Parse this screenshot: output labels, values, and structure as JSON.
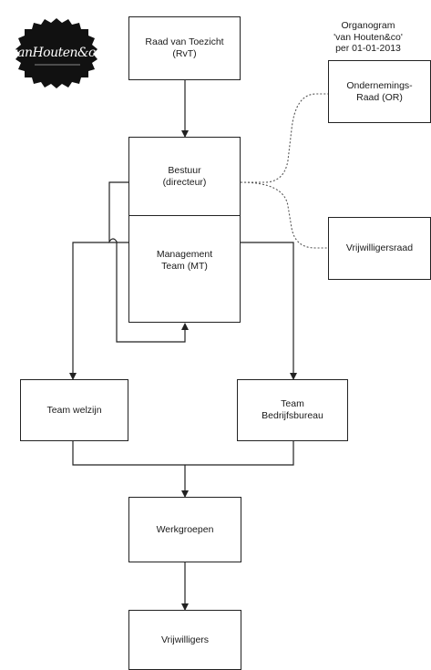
{
  "logo": {
    "text": "vanHouten&co"
  },
  "title": "Organogram\n'van Houten&co'\nper 01-01-2013",
  "boxes": {
    "rvt": "Raad van Toezicht\n(RvT)",
    "bestuur": "Bestuur\n(directeur)",
    "mt": "Management\nTeam (MT)",
    "or": "Ondernemings-\nRaad (OR)",
    "vrijwilligersraad": "Vrijwilligersraad",
    "team_welzijn": "Team welzijn",
    "team_bedrijfsbureau": "Team\nBedrijfsbureau",
    "werkgroepen": "Werkgroepen",
    "vrijwilligers": "Vrijwilligers"
  },
  "colors": {
    "line": "#222222",
    "dotted": "#555555",
    "logo_bg": "#111111"
  }
}
